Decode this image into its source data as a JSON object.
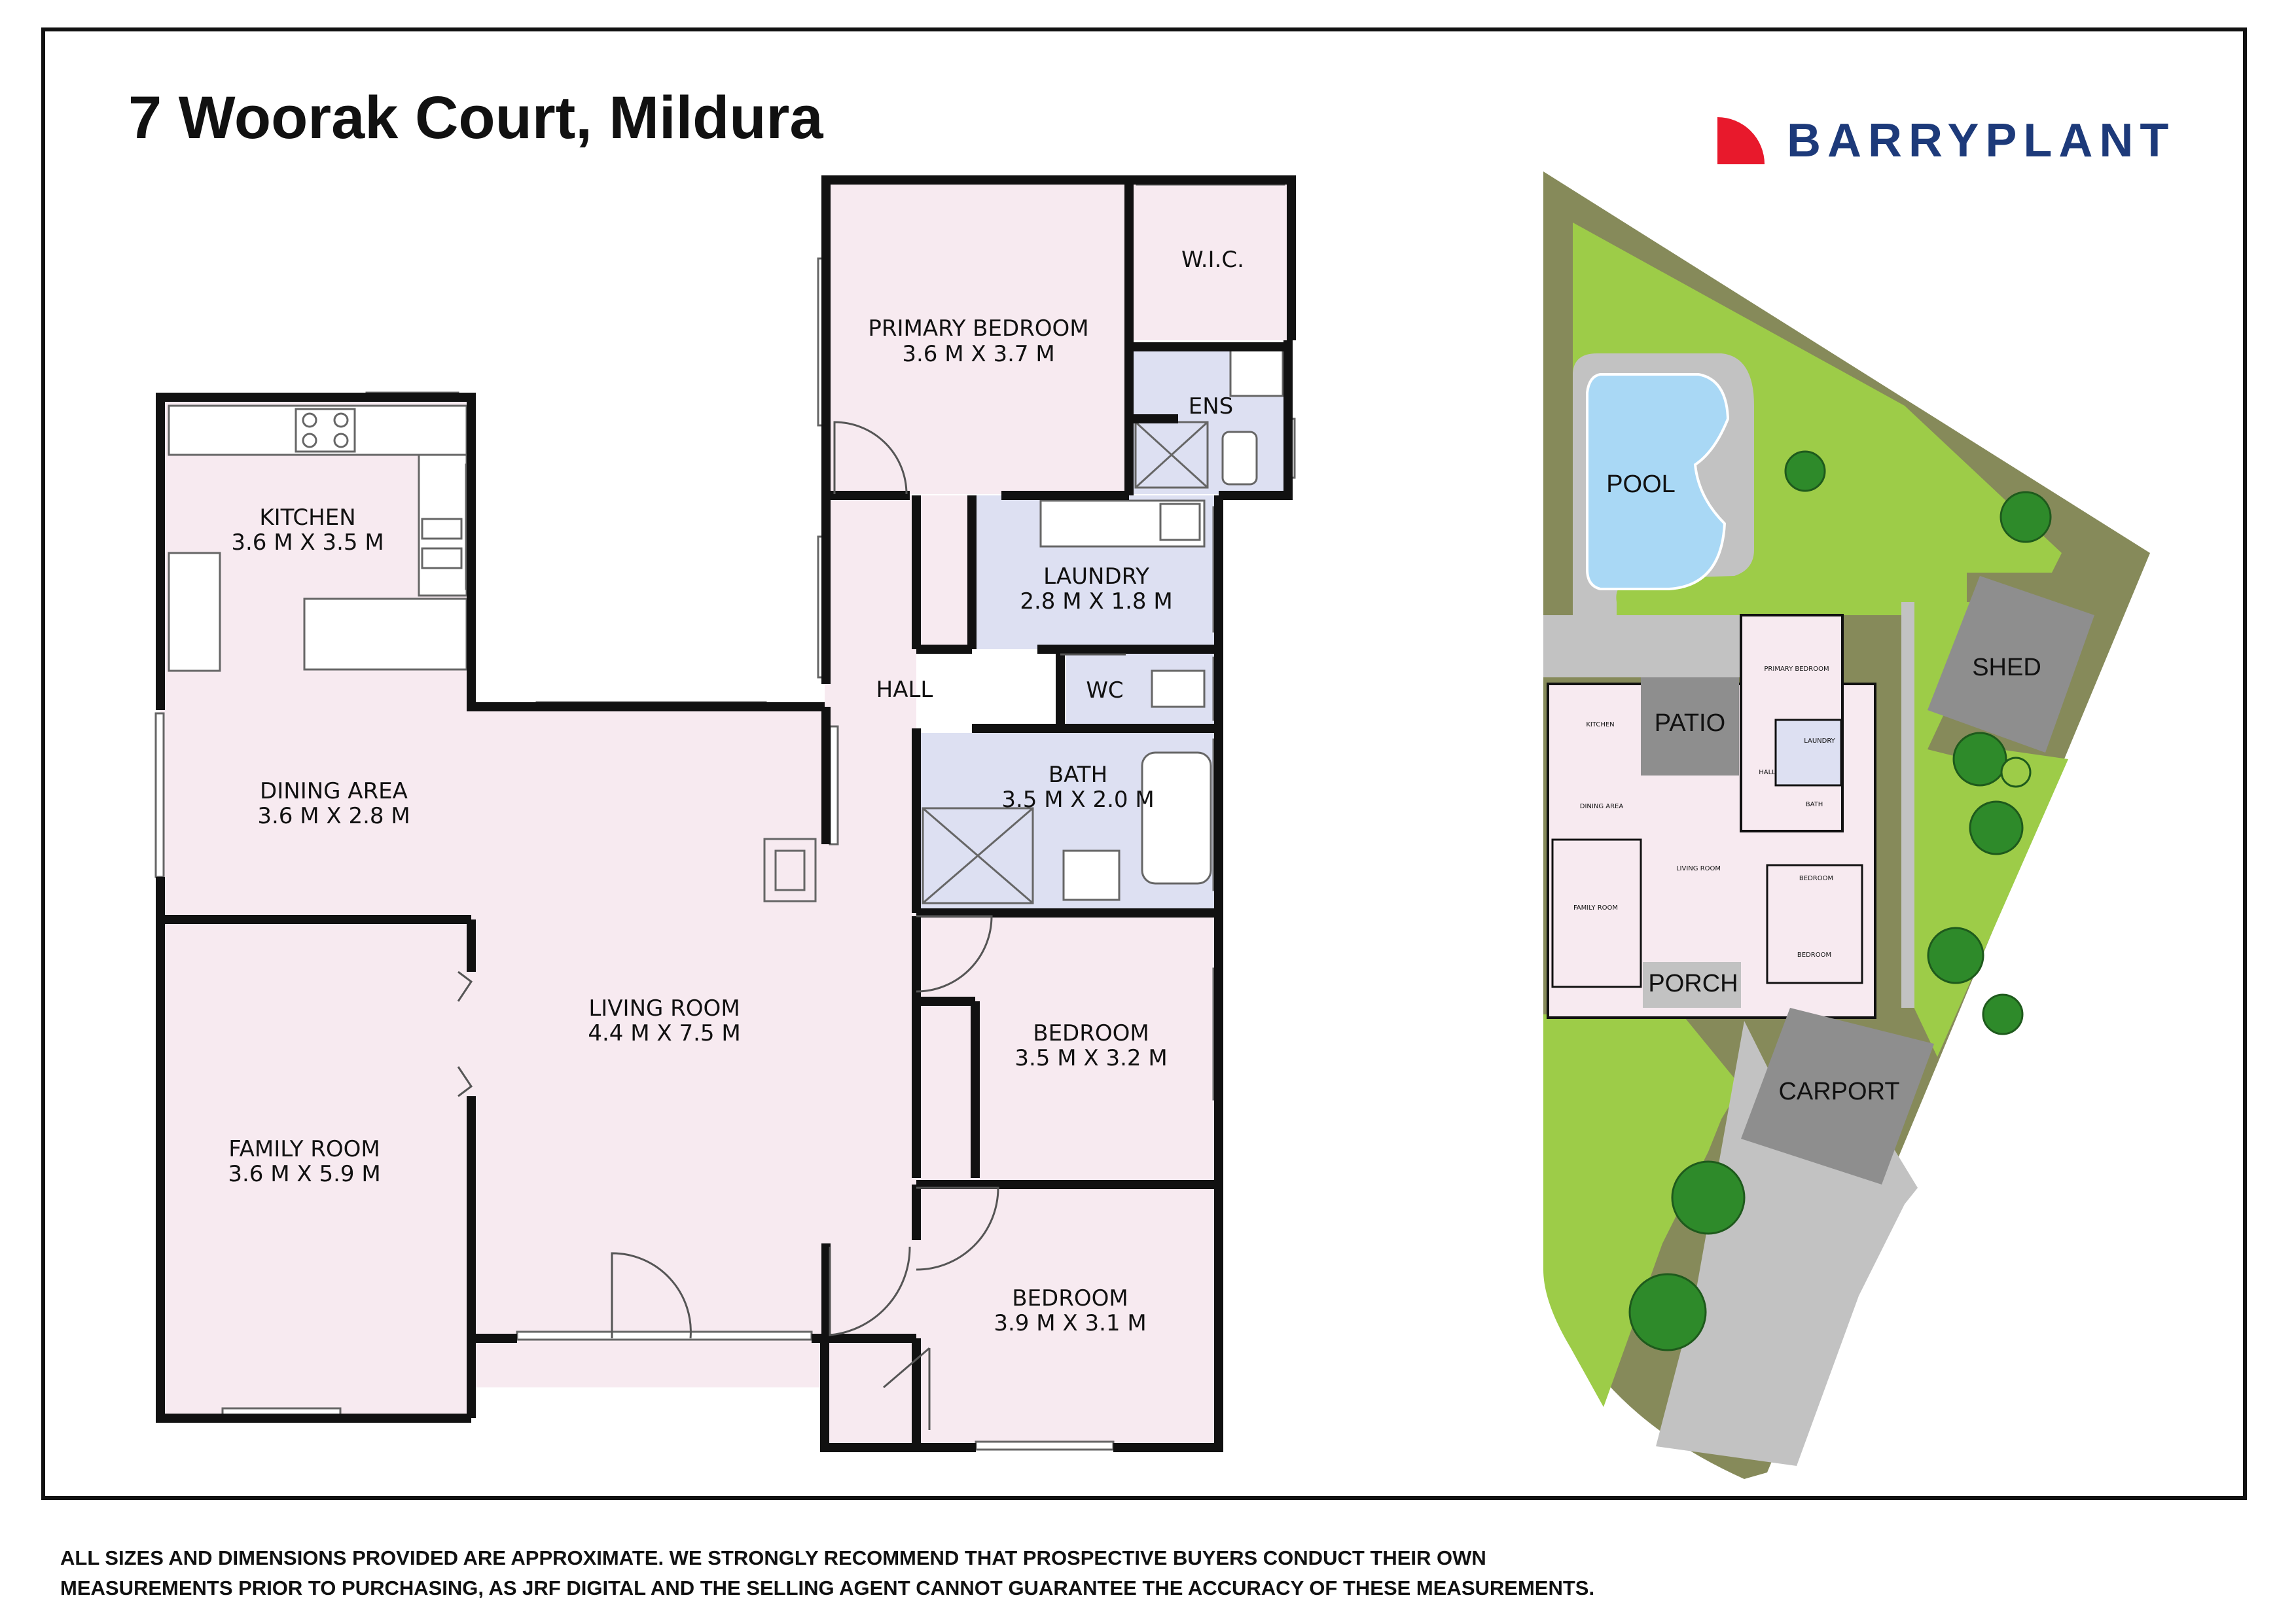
{
  "title": "7 Woorak Court, Mildura",
  "brand": {
    "name": "BARRYPLANT",
    "color": "#1d3a7a",
    "mark_color": "#e8192c"
  },
  "floor_plan": {
    "rooms": {
      "primary_bedroom": {
        "name": "PRIMARY BEDROOM",
        "size": "3.6 M X 3.7 M"
      },
      "wic": {
        "name": "W.I.C."
      },
      "ens": {
        "name": "ENS"
      },
      "kitchen": {
        "name": "KITCHEN",
        "size": "3.6 M X 3.5 M"
      },
      "laundry": {
        "name": "LAUNDRY",
        "size": "2.8 M X 1.8 M"
      },
      "hall": {
        "name": "HALL"
      },
      "wc": {
        "name": "WC"
      },
      "dining": {
        "name": "DINING AREA",
        "size": "3.6 M X 2.8 M"
      },
      "bath": {
        "name": "BATH",
        "size": "3.5 M X 2.0 M"
      },
      "living": {
        "name": "LIVING ROOM",
        "size": "4.4 M X 7.5 M"
      },
      "bedroom2": {
        "name": "BEDROOM",
        "size": "3.5 M X 3.2 M"
      },
      "family": {
        "name": "FAMILY ROOM",
        "size": "3.6 M X 5.9 M"
      },
      "bedroom3": {
        "name": "BEDROOM",
        "size": "3.9 M X 3.1 M"
      }
    }
  },
  "site_plan": {
    "pool": "POOL",
    "shed": "SHED",
    "patio": "PATIO",
    "porch": "PORCH",
    "carport": "CARPORT"
  },
  "colors": {
    "wall": "#111111",
    "living_floor": "#f7eaf0",
    "wet_floor": "#dde0f2",
    "lawn": "#9dcc48",
    "garden_bed": "#868a5a",
    "paving": "#c2c2c2",
    "pool_water": "#a9d8f5",
    "roof": "#8e8e8e"
  },
  "disclaimer": {
    "line1": "ALL SIZES AND DIMENSIONS PROVIDED ARE APPROXIMATE. WE STRONGLY RECOMMEND THAT PROSPECTIVE BUYERS CONDUCT THEIR OWN",
    "line2": "MEASUREMENTS PRIOR TO PURCHASING, AS JRF DIGITAL AND THE SELLING AGENT CANNOT GUARANTEE THE ACCURACY OF THESE MEASUREMENTS."
  }
}
